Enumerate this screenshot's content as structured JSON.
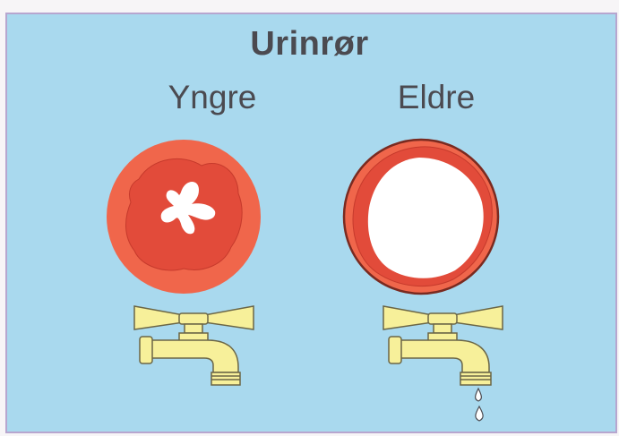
{
  "diagram": {
    "title": "Urinrør",
    "columns": [
      {
        "label": "Yngre"
      },
      {
        "label": "Eldre"
      }
    ]
  },
  "colors": {
    "background": "#a9d9ee",
    "border": "#b7a6cf",
    "outer_ring": "#f0664b",
    "inner_tissue": "#e24b3a",
    "lumen": "#ffffff",
    "tap": "#f7f09a",
    "tap_outline": "#6b6646",
    "drops": "#ffffff"
  }
}
